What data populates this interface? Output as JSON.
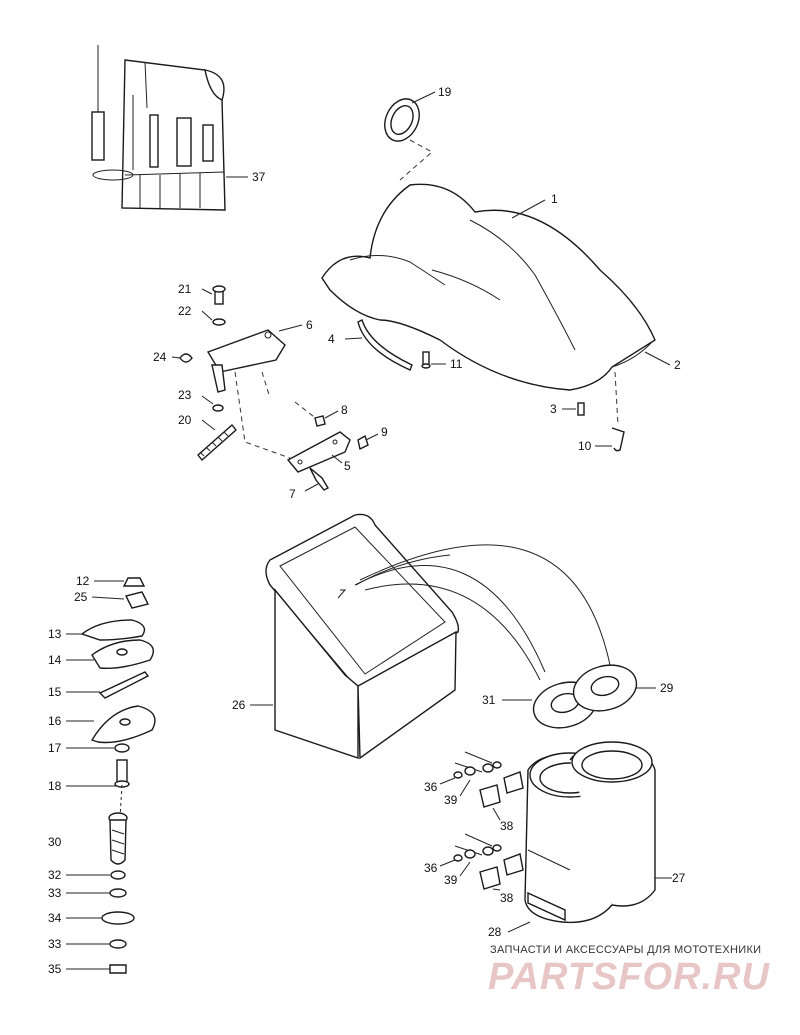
{
  "callouts": {
    "p1": "1",
    "p2": "2",
    "p3": "3",
    "p4": "4",
    "p5": "5",
    "p6": "6",
    "p7": "7",
    "p8": "8",
    "p9": "9",
    "p10": "10",
    "p11": "11",
    "p12": "12",
    "p13": "13",
    "p14": "14",
    "p15": "15",
    "p16": "16",
    "p17": "17",
    "p18": "18",
    "p19": "19",
    "p20": "20",
    "p21": "21",
    "p22": "22",
    "p23": "23",
    "p24": "24",
    "p25": "25",
    "p26": "26",
    "p27": "27",
    "p28": "28",
    "p29": "29",
    "p30": "30",
    "p31": "31",
    "p32": "32",
    "p33a": "33",
    "p33b": "33",
    "p34": "34",
    "p35": "35",
    "p36a": "36",
    "p36b": "36",
    "p37": "37",
    "p38a": "38",
    "p38b": "38",
    "p39a": "39",
    "p39b": "39"
  },
  "footer": {
    "caption": "ЗАПЧАСТИ И АКСЕССУАРЫ ДЛЯ МОТОТЕХНИКИ",
    "brand": "PARTSFOR.RU"
  }
}
